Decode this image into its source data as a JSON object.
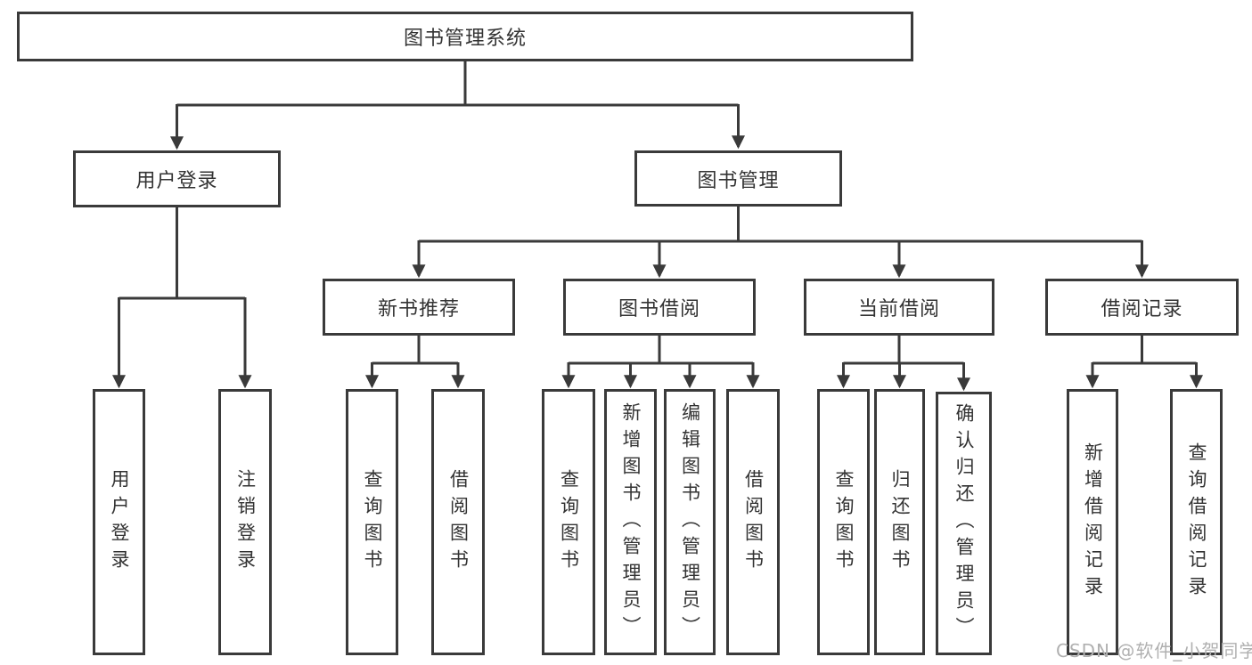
{
  "tree": {
    "root": {
      "label": "图书管理系统"
    },
    "branches": [
      {
        "label": "用户登录",
        "children": [
          {
            "label": "用户登录"
          },
          {
            "label": "注销登录"
          }
        ]
      },
      {
        "label": "图书管理",
        "groups": [
          {
            "label": "新书推荐",
            "children": [
              {
                "label": "查询图书"
              },
              {
                "label": "借阅图书"
              }
            ]
          },
          {
            "label": "图书借阅",
            "children": [
              {
                "label": "查询图书"
              },
              {
                "label": "新增图书（管理员）"
              },
              {
                "label": "编辑图书（管理员）"
              },
              {
                "label": "借阅图书"
              }
            ]
          },
          {
            "label": "当前借阅",
            "children": [
              {
                "label": "查询图书"
              },
              {
                "label": "归还图书"
              },
              {
                "label": "确认归还（管理员）"
              }
            ]
          },
          {
            "label": "借阅记录",
            "children": [
              {
                "label": "新增借阅记录"
              },
              {
                "label": "查询借阅记录"
              }
            ]
          }
        ]
      }
    ]
  },
  "watermark": "CSDN @软件_小贺同学",
  "colors": {
    "line": "#3a3a3a",
    "text": "#333333",
    "watermark": "#b0b0b0",
    "background": "#ffffff"
  }
}
